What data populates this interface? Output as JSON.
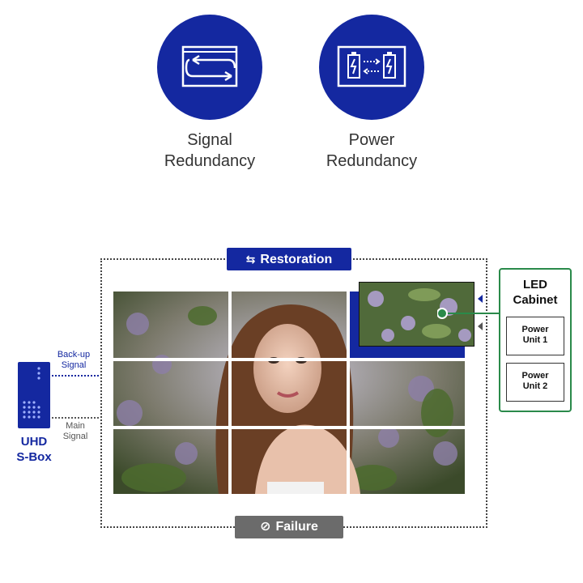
{
  "features": [
    {
      "icon": "signal-redundancy-icon",
      "line1": "Signal",
      "line2": "Redundancy"
    },
    {
      "icon": "power-redundancy-icon",
      "line1": "Power",
      "line2": "Redundancy"
    }
  ],
  "diagram": {
    "restoration_label": "Restoration",
    "failure_label": "Failure",
    "backup_signal": {
      "line1": "Back-up",
      "line2": "Signal"
    },
    "main_signal": {
      "line1": "Main",
      "line2": "Signal"
    },
    "sbox": {
      "line1": "UHD",
      "line2": "S-Box"
    },
    "cabinet": {
      "line1": "LED",
      "line2": "Cabinet",
      "units": [
        {
          "line1": "Power",
          "line2": "Unit 1"
        },
        {
          "line1": "Power",
          "line2": "Unit 2"
        }
      ]
    }
  },
  "colors": {
    "brand_blue": "#1428a0",
    "failure_gray": "#6b6b6b",
    "cabinet_green": "#2a8a4a"
  }
}
